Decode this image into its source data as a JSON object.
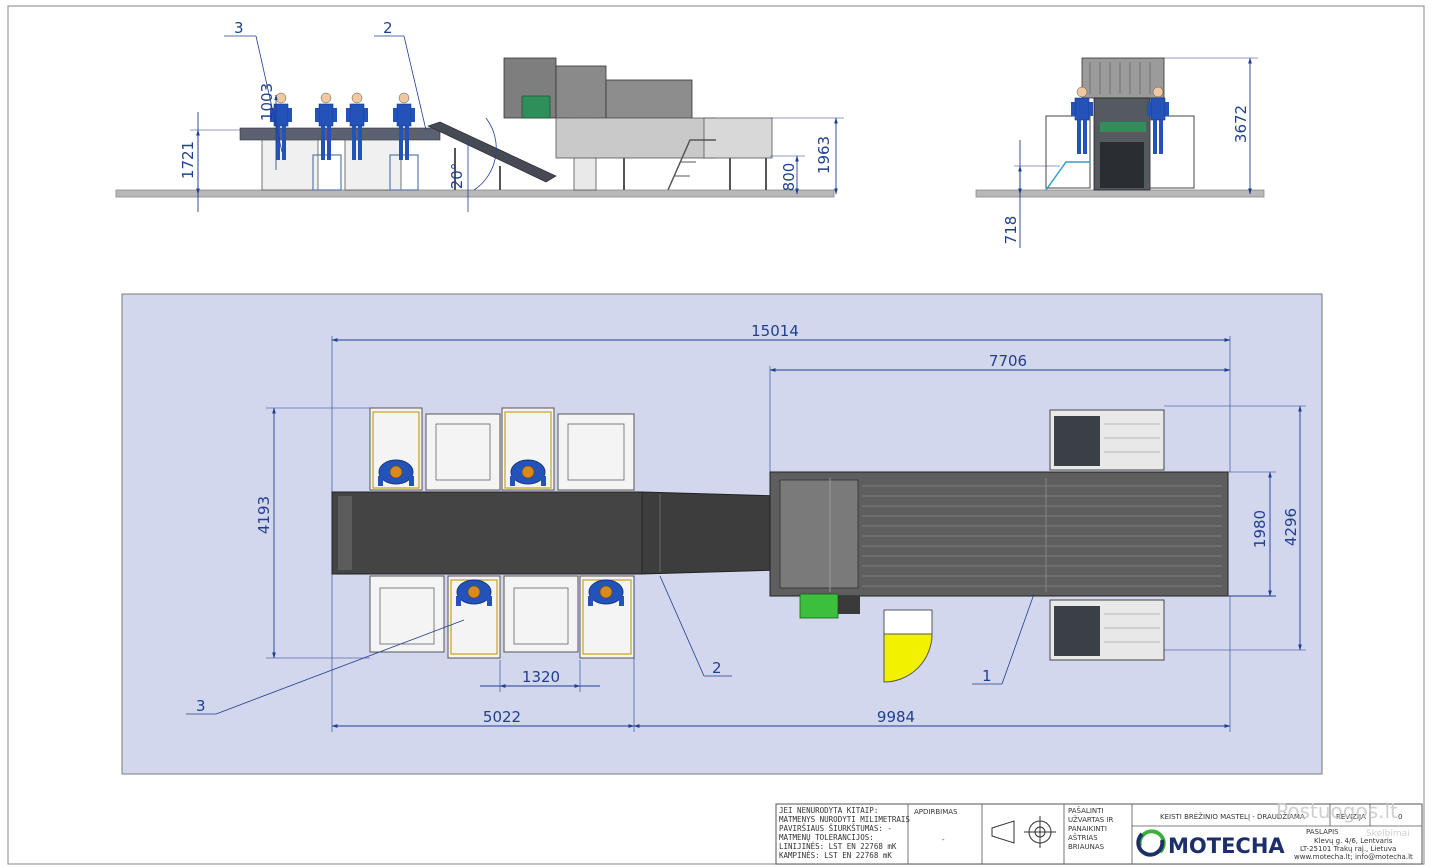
{
  "drawing": {
    "side_view": {
      "labels": {
        "callout_3": "3",
        "callout_2": "2"
      },
      "dims": {
        "d1721": "1721",
        "d1003": "1003",
        "d20deg": "20°",
        "d800": "800",
        "d1963": "1963"
      }
    },
    "end_view": {
      "dims": {
        "d3672": "3672",
        "d718": "718"
      }
    },
    "plan_view": {
      "dims": {
        "d15014": "15014",
        "d7706": "7706",
        "d4193": "4193",
        "d1980": "1980",
        "d4296": "4296",
        "d1320": "1320",
        "d5022": "5022",
        "d9984": "9984"
      },
      "callouts": {
        "c1": "1",
        "c2": "2",
        "c3": "3"
      }
    }
  },
  "title_block": {
    "notes": [
      "JEI NENURODYTA KITAIP:",
      "MATMENYS NURODYTI MILIMETRAIS",
      "PAVIRŠIAUS ŠIURKŠTUMAS: -",
      "MATMENŲ TOLERANCIJOS:",
      "   LINIJINĖS: LST EN 22768 mK",
      "   KAMPINĖS: LST EN 22768 mK"
    ],
    "processing_label": "APDIRBIMAS",
    "processing_value": "-",
    "edges_note": [
      "PAŠALINTI",
      "UŽVARTAS IR",
      "PANAIKINTI",
      "AŠTRIAS",
      "BRIAUNAS"
    ],
    "warning": "KEISTI BRĖŽINIO MASTELĮ - DRAUDŽIAMA",
    "revision_label": "REVIZIJA",
    "revision_value": "0",
    "sheet_label": "PASLAPIS",
    "brand": "MOTECHA",
    "address": [
      "Klevų g. 4/6, Lentvaris",
      "LT-25101 Trakų raj., Lietuva",
      "www.motecha.lt; info@motecha.lt"
    ]
  },
  "watermark": {
    "main": "Postuogos.lt",
    "sub": "Skelbimai"
  },
  "colors": {
    "line": "#1f3f8f",
    "plan_bg": "#d3d7ee",
    "machine": "#6d6d6d",
    "dark_belt": "#404040",
    "figure_blue": "#2352b8",
    "motor_green": "#3cbf3c",
    "yellow": "#f2f200"
  }
}
